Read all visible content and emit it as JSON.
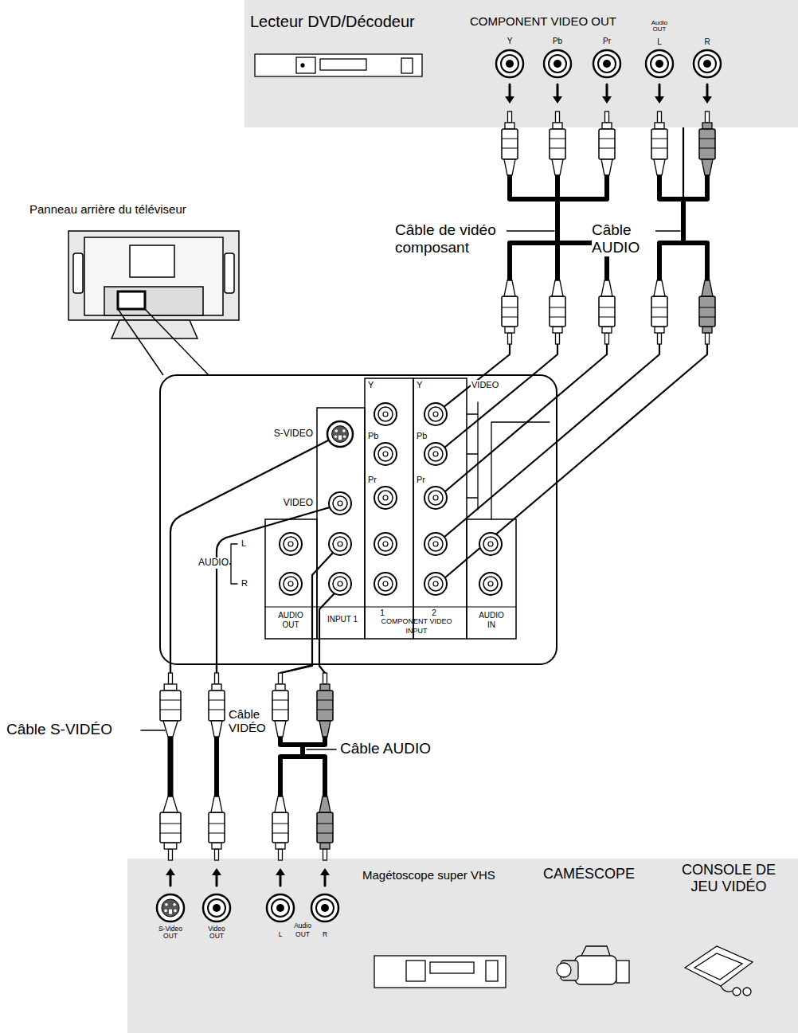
{
  "diagram": {
    "nodes": [
      {
        "text": [
          "Lecteur DVD/Décodeur"
        ]
      },
      {
        "text": [
          "Panneau arrière du téléviseur"
        ]
      },
      {
        "text": [
          "Magétoscope super VHS",
          "CAMÉSCOPE",
          "CONSOLE DE JEU VIDÉO"
        ]
      }
    ],
    "edges": [
      {
        "from": 0,
        "to": 1,
        "arrow": "none",
        "label": "Câble de vidéo composant"
      },
      {
        "from": 0,
        "to": 1,
        "arrow": "none",
        "label": "Câble AUDIO"
      },
      {
        "from": 2,
        "to": 1,
        "arrow": "none",
        "label": "Câble S-VIDÉO"
      },
      {
        "from": 2,
        "to": 1,
        "arrow": "none",
        "label": "Câble VIDÉO"
      },
      {
        "from": 2,
        "to": 1,
        "arrow": "none",
        "label": "Câble AUDIO"
      }
    ],
    "labels": [
      "COMPONENT VIDEO OUT",
      "Y",
      "Pb",
      "Pr",
      "Audio OUT",
      "L",
      "R",
      "VIDEO",
      "Y",
      "Pb",
      "Pr",
      "Y",
      "Pb",
      "Pr",
      "S-VIDEO",
      "VIDEO",
      "AUDIO",
      "L",
      "R",
      "AUDIO OUT",
      "INPUT 1",
      "1",
      "2",
      "COMPONENT VIDEO",
      "INPUT",
      "AUDIO IN",
      "S-Video OUT",
      "Video OUT",
      "Audio",
      "L",
      "OUT",
      "R"
    ]
  }
}
